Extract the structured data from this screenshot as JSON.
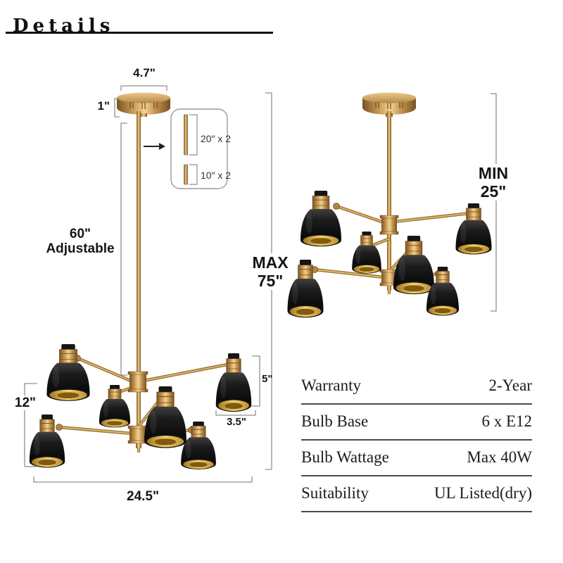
{
  "title": "Details",
  "left_diagram": {
    "canopy_width": "4.7\"",
    "canopy_height": "1\"",
    "rod_segments": {
      "long": "20″ x 2",
      "short": "10″ x 2"
    },
    "drop_label_line1": "60\"",
    "drop_label_line2": "Adjustable",
    "max_height_line1": "MAX",
    "max_height_line2": "75\"",
    "fixture_height": "12\"",
    "shade_height": "5\"",
    "shade_diameter": "3.5\"",
    "fixture_width": "24.5\""
  },
  "right_diagram": {
    "min_height_line1": "MIN",
    "min_height_line2": "25\""
  },
  "spec_table": {
    "rows": [
      {
        "label": "Warranty",
        "value": "2-Year"
      },
      {
        "label": "Bulb Base",
        "value": "6 x E12"
      },
      {
        "label": "Bulb Wattage",
        "value": "Max 40W"
      },
      {
        "label": "Suitability",
        "value": "UL Listed(dry)"
      }
    ]
  },
  "icons": {
    "rod_kit_pointer": "arrow-right"
  },
  "colors": {
    "brass": "#c0914f",
    "shade_black": "#1a1a1a",
    "rim_gold": "#eec05a",
    "dimension_line": "#8f8f8f",
    "text": "#161616",
    "background": "#ffffff"
  }
}
